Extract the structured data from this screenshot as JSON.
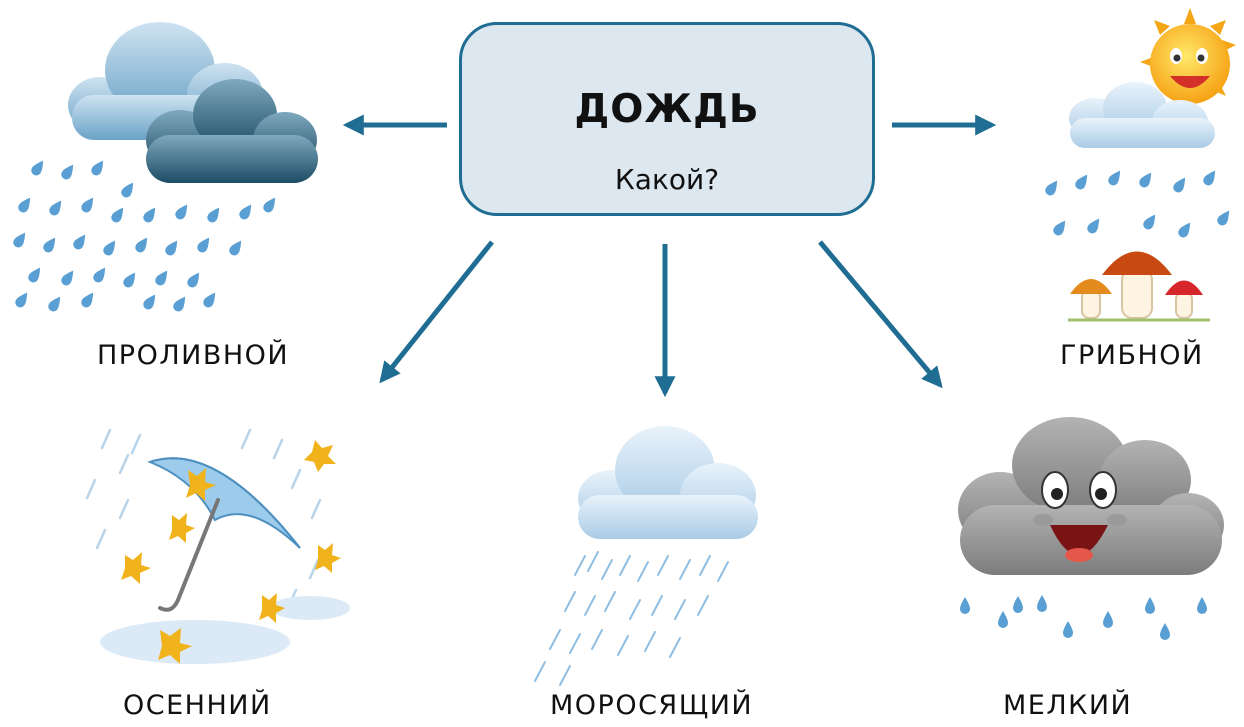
{
  "center": {
    "title": "ДОЖДЬ",
    "subtitle": "Какой?"
  },
  "items": [
    {
      "label": "ПРОЛИВНОЙ",
      "icon": "downpour-clouds-icon"
    },
    {
      "label": "ГРИБНОЙ",
      "icon": "sun-rain-mushrooms-icon"
    },
    {
      "label": "ОСЕННИЙ",
      "icon": "autumn-umbrella-icon"
    },
    {
      "label": "МОРОСЯЩИЙ",
      "icon": "drizzle-cloud-icon"
    },
    {
      "label": "МЕЛКИЙ",
      "icon": "smiling-cloud-rain-icon"
    }
  ],
  "colors": {
    "arrow": "#1f6d93",
    "box_fill": "#dce7f0",
    "box_border": "#1f6d93",
    "rain": "#5a9fd4"
  }
}
